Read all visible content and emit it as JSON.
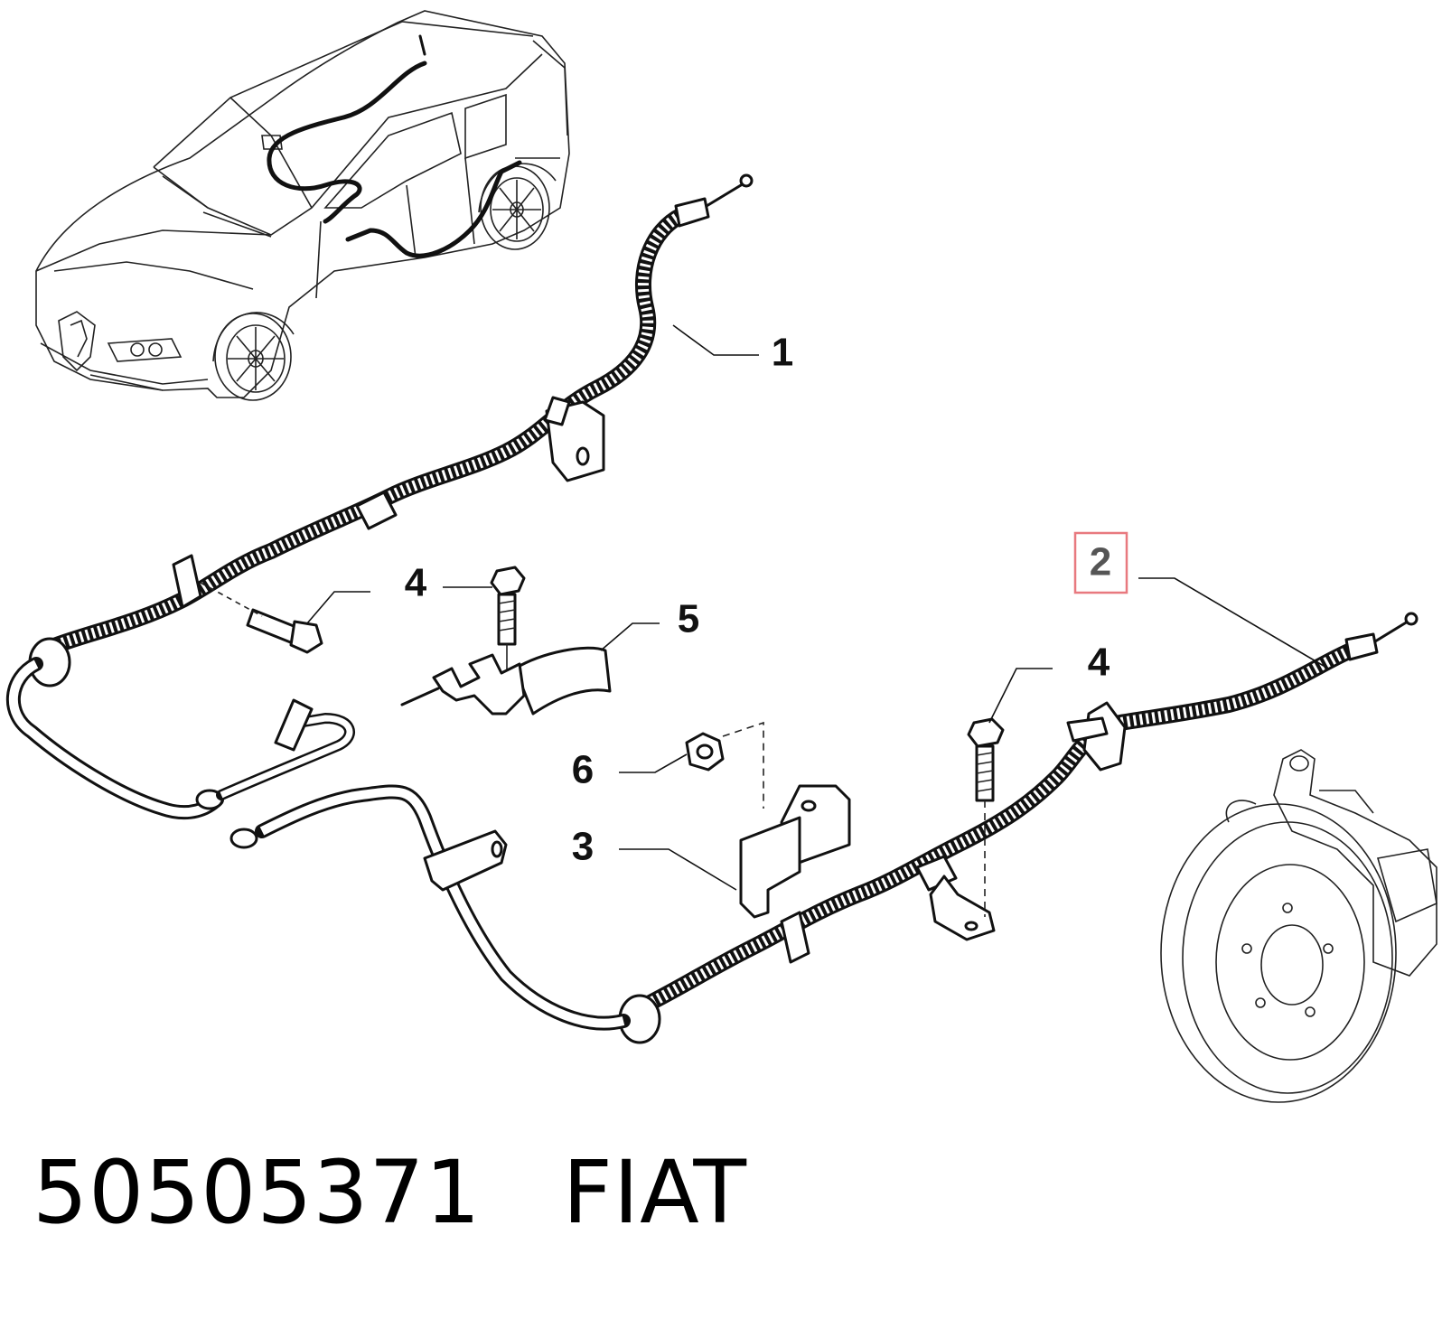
{
  "diagram": {
    "callouts": [
      {
        "id": "1",
        "label": "1"
      },
      {
        "id": "2",
        "label": "2",
        "highlighted": true
      },
      {
        "id": "3",
        "label": "3"
      },
      {
        "id": "4a",
        "label": "4"
      },
      {
        "id": "4b",
        "label": "4"
      },
      {
        "id": "5",
        "label": "5"
      },
      {
        "id": "6",
        "label": "6"
      }
    ],
    "highlight_color": "#e8797f"
  },
  "footer": {
    "part_number": "50505371",
    "brand": "FIAT"
  }
}
